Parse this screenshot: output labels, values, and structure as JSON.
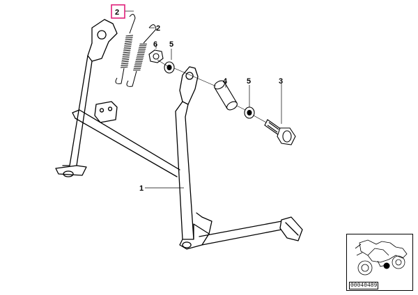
{
  "callouts": {
    "spring_highlighted": "2",
    "spring": "2",
    "nut": "6",
    "washer_top": "5",
    "sleeve": "4",
    "washer_right": "5",
    "bolt": "3",
    "stand": "1"
  },
  "highlight_color": "#e0207a",
  "thumbnail": {
    "part_id": "00040489"
  }
}
